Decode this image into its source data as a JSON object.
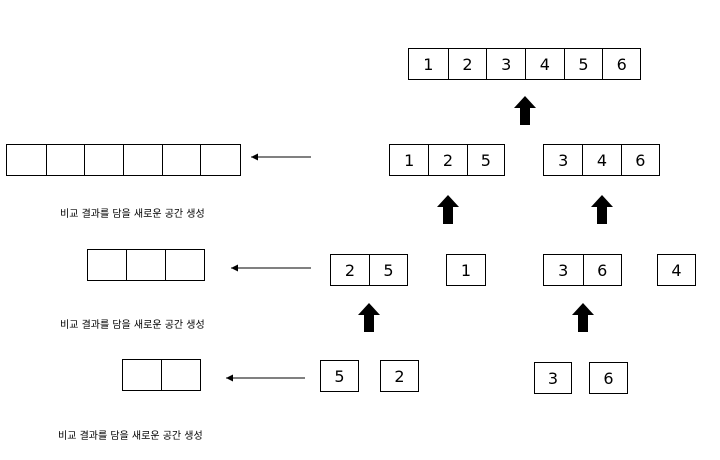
{
  "caption": "비교 결과를 담을 새로운 공간 생성",
  "arrays": {
    "merged_all": [
      "1",
      "2",
      "3",
      "4",
      "5",
      "6"
    ],
    "merged_left": [
      "1",
      "2",
      "5"
    ],
    "merged_right": [
      "3",
      "4",
      "6"
    ],
    "pair_25": [
      "2",
      "5"
    ],
    "single_1": [
      "1"
    ],
    "pair_36": [
      "3",
      "6"
    ],
    "single_4": [
      "4"
    ],
    "single_5": [
      "5"
    ],
    "single_2": [
      "2"
    ],
    "single_3": [
      "3"
    ],
    "single_6": [
      "6"
    ]
  },
  "colors": {
    "stroke": "#000000",
    "arrow_fill": "#000000"
  }
}
